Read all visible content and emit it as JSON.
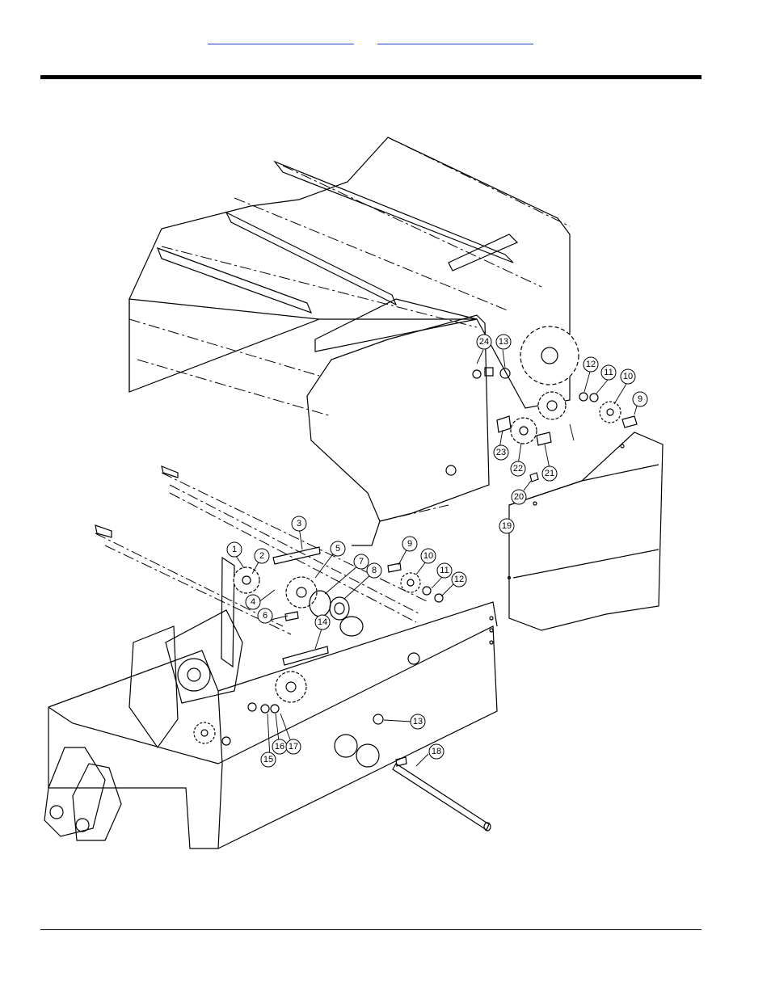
{
  "header": {
    "links": [
      {
        "label": ""
      },
      {
        "label": ""
      }
    ]
  },
  "diagram": {
    "callouts": [
      "1",
      "2",
      "3",
      "4",
      "5",
      "6",
      "7",
      "8",
      "9",
      "10",
      "11",
      "12",
      "13",
      "14",
      "15",
      "16",
      "17",
      "18",
      "19",
      "20",
      "21",
      "22",
      "23",
      "24",
      "9",
      "10",
      "11",
      "12",
      "13"
    ]
  }
}
